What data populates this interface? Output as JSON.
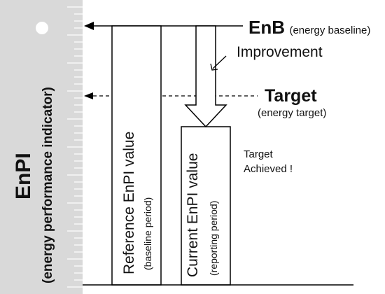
{
  "ruler": {
    "title": "EnPI",
    "subtitle": "(energy performance indicator)"
  },
  "baseline": {
    "label": "EnB",
    "sub": "(energy baseline)"
  },
  "target": {
    "label": "Target",
    "sub": "(energy target)"
  },
  "improvement": {
    "label": "Improvement"
  },
  "reference_bar": {
    "label": "Reference  EnPI value",
    "sub": "(baseline period)"
  },
  "current_bar": {
    "label": "Current  EnPI value",
    "sub": "(reporting period)"
  },
  "status": {
    "line1": "Target",
    "line2": "Achieved !"
  },
  "colors": {
    "ruler_fill": "#d9d9d9",
    "line": "#000000"
  }
}
